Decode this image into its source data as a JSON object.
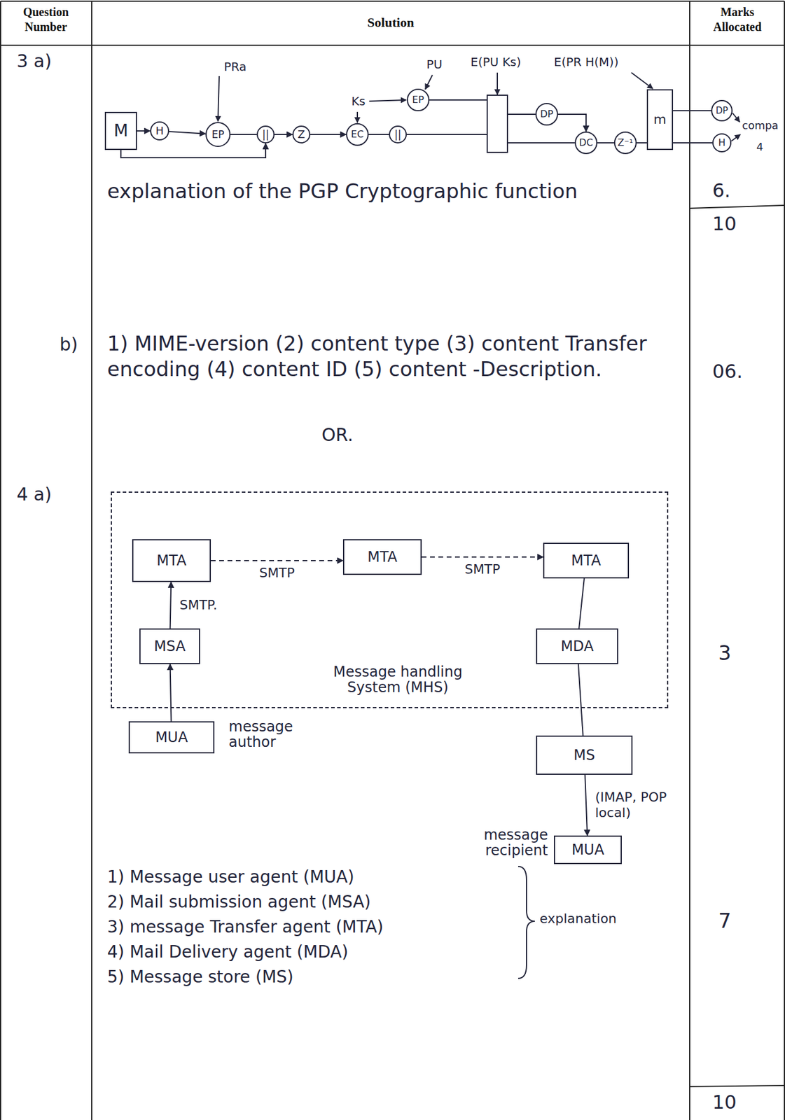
{
  "diagram": {
    "nodes": [
      {
        "text": [
          "M"
        ]
      },
      {
        "text": [
          "H"
        ]
      },
      {
        "text": [
          "EP"
        ]
      },
      {
        "text": [
          "||"
        ]
      },
      {
        "text": [
          "Z"
        ]
      },
      {
        "text": [
          "EC"
        ]
      },
      {
        "text": [
          "||"
        ]
      },
      {
        "text": [
          "EP"
        ]
      },
      {
        "text": [
          "DP"
        ]
      },
      {
        "text": [
          "DC"
        ]
      },
      {
        "text": [
          "Z⁻¹"
        ]
      },
      {
        "text": [
          "m"
        ]
      },
      {
        "text": [
          "DP"
        ]
      },
      {
        "text": [
          "H"
        ]
      },
      {
        "text": [
          "Message handling System (MHS)"
        ]
      },
      {
        "text": [
          "MTA"
        ],
        "in": 14
      },
      {
        "text": [
          "MTA"
        ],
        "in": 14
      },
      {
        "text": [
          "MTA"
        ],
        "in": 14
      },
      {
        "text": [
          "MSA"
        ],
        "in": 14
      },
      {
        "text": [
          "MDA"
        ],
        "in": 14
      },
      {
        "text": [
          "MUA",
          "message author"
        ]
      },
      {
        "text": [
          "MS"
        ]
      },
      {
        "text": [
          "MUA",
          "message recipient"
        ]
      }
    ],
    "edges": [
      {
        "from": 0,
        "to": 1,
        "arrow": "to"
      },
      {
        "from": 1,
        "to": 2,
        "arrow": "to"
      },
      {
        "from": 2,
        "to": 3,
        "arrow": "none"
      },
      {
        "from": 0,
        "to": 3,
        "arrow": "to"
      },
      {
        "from": 3,
        "to": 4,
        "arrow": "to"
      },
      {
        "from": 4,
        "to": 5,
        "arrow": "to"
      },
      {
        "from": 5,
        "to": 6,
        "arrow": "none"
      },
      {
        "from": 8,
        "to": 9,
        "arrow": "to"
      },
      {
        "from": 9,
        "to": 10,
        "arrow": "none"
      },
      {
        "from": 10,
        "to": 11,
        "arrow": "none"
      },
      {
        "from": 11,
        "to": 12,
        "arrow": "none"
      },
      {
        "from": 11,
        "to": 13,
        "arrow": "none"
      },
      {
        "from": 18,
        "to": 15,
        "label": "SMTP.",
        "arrow": "to"
      },
      {
        "from": 15,
        "to": 16,
        "label": "SMTP",
        "arrow": "to"
      },
      {
        "from": 16,
        "to": 17,
        "label": "SMTP",
        "arrow": "to"
      },
      {
        "from": 17,
        "to": 19,
        "arrow": "none"
      },
      {
        "from": 20,
        "to": 18,
        "arrow": "to"
      },
      {
        "from": 19,
        "to": 21,
        "arrow": "none"
      },
      {
        "from": 21,
        "to": 22,
        "label": "(IMAP, POP local)",
        "arrow": "to"
      }
    ],
    "labels": [
      "Question Number",
      "Solution",
      "Marks Allocated",
      "3 a)",
      "PRa",
      "Ks",
      "PU",
      "E(PU Ks)",
      "E(PR H(M))",
      "compa",
      "4",
      "explanation of the PGP Cryptographic function",
      "6.",
      "10",
      "b)",
      "1) MIME-version (2) content type (3) content Transfer encoding (4) content ID (5) content -Description.",
      "06.",
      "OR.",
      "4 a)",
      "3",
      "1) Message user agent (MUA)",
      "2) Mail submission agent (MSA)",
      "3) message Transfer agent (MTA)",
      "4) Mail Delivery agent (MDA)",
      "5) Message store (MS)",
      "explanation",
      "7",
      "10"
    ]
  }
}
